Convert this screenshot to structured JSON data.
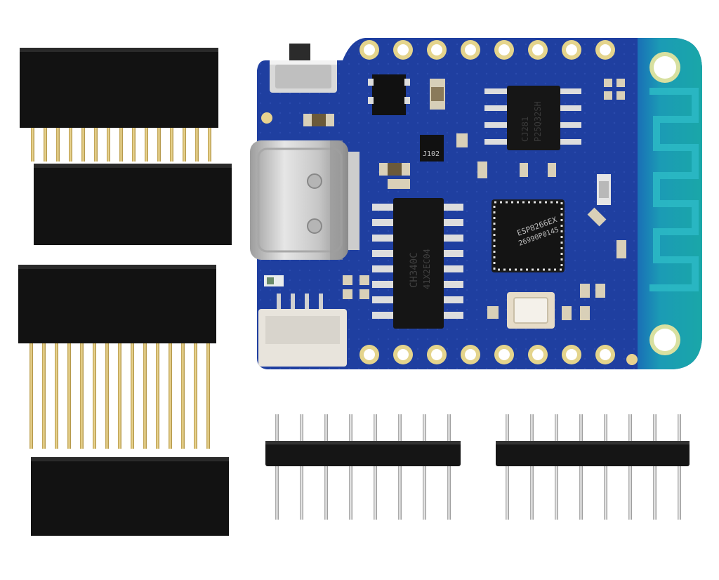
{
  "chips": {
    "usb_serial": {
      "line1": "CH340C",
      "line2": "41X2EC04"
    },
    "mcu": {
      "line1": "ESP8266EX",
      "line2": "26990P0145"
    },
    "flash": {
      "line1": "CJ281",
      "line2": "P25Q32SH"
    },
    "regulator": {
      "line1": "J102"
    }
  },
  "colors": {
    "pcb": "#1f3fa0",
    "pcb_dark": "#173388",
    "antenna_area": "#1a8fb0",
    "header_plastic": "#141414",
    "pin_gold": "#c9b26a",
    "pin_silver": "#d0d0d0"
  }
}
